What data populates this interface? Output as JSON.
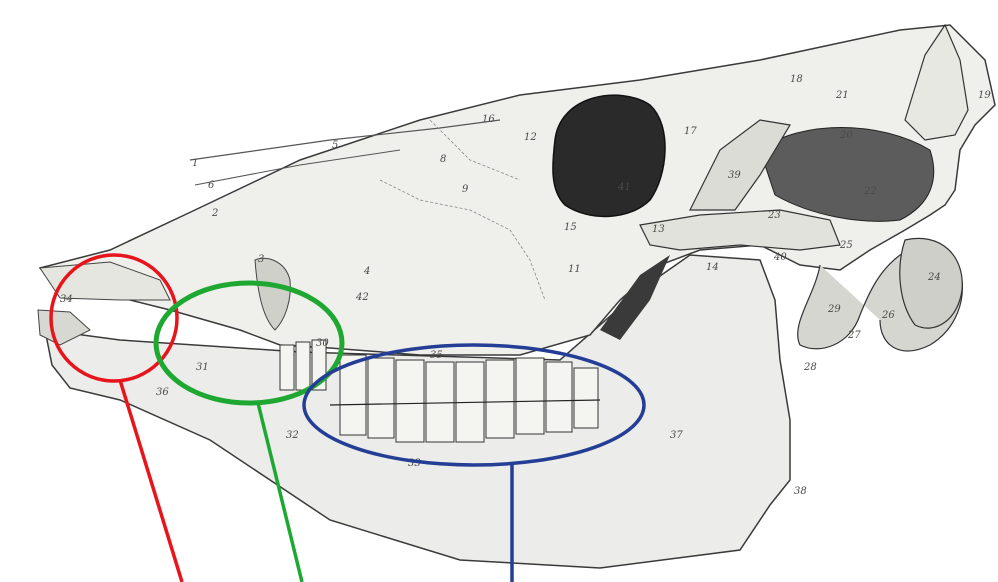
{
  "figure": {
    "subject": "skull-lateral-view",
    "background": "#ffffff",
    "bone_color": "#ebebe6",
    "shadow_color": "#2a2a2a"
  },
  "labels": [
    {
      "id": "1",
      "text": "1"
    },
    {
      "id": "2",
      "text": "2"
    },
    {
      "id": "3",
      "text": "3"
    },
    {
      "id": "4",
      "text": "4"
    },
    {
      "id": "5",
      "text": "5"
    },
    {
      "id": "6",
      "text": "6"
    },
    {
      "id": "8",
      "text": "8"
    },
    {
      "id": "9",
      "text": "9"
    },
    {
      "id": "11",
      "text": "11"
    },
    {
      "id": "12",
      "text": "12"
    },
    {
      "id": "13",
      "text": "13"
    },
    {
      "id": "14",
      "text": "14"
    },
    {
      "id": "15",
      "text": "15"
    },
    {
      "id": "16",
      "text": "16"
    },
    {
      "id": "17",
      "text": "17"
    },
    {
      "id": "18",
      "text": "18"
    },
    {
      "id": "19",
      "text": "19"
    },
    {
      "id": "20",
      "text": "20"
    },
    {
      "id": "21",
      "text": "21"
    },
    {
      "id": "22",
      "text": "22"
    },
    {
      "id": "23",
      "text": "23"
    },
    {
      "id": "24",
      "text": "24"
    },
    {
      "id": "25",
      "text": "25"
    },
    {
      "id": "26",
      "text": "26"
    },
    {
      "id": "27",
      "text": "27"
    },
    {
      "id": "28",
      "text": "28"
    },
    {
      "id": "29",
      "text": "29"
    },
    {
      "id": "30",
      "text": "30"
    },
    {
      "id": "31",
      "text": "31"
    },
    {
      "id": "32",
      "text": "32"
    },
    {
      "id": "33",
      "text": "33"
    },
    {
      "id": "34",
      "text": "34"
    },
    {
      "id": "35",
      "text": "35"
    },
    {
      "id": "36",
      "text": "36"
    },
    {
      "id": "37",
      "text": "37"
    },
    {
      "id": "38",
      "text": "38"
    },
    {
      "id": "39",
      "text": "39"
    },
    {
      "id": "40",
      "text": "40"
    },
    {
      "id": "41",
      "text": "41"
    },
    {
      "id": "42",
      "text": "42"
    }
  ],
  "highlights": [
    {
      "id": "incisor-region",
      "color": "#e8141c"
    },
    {
      "id": "diastema-region",
      "color": "#1ea832"
    },
    {
      "id": "cheek-teeth-region",
      "color": "#243e96"
    }
  ]
}
